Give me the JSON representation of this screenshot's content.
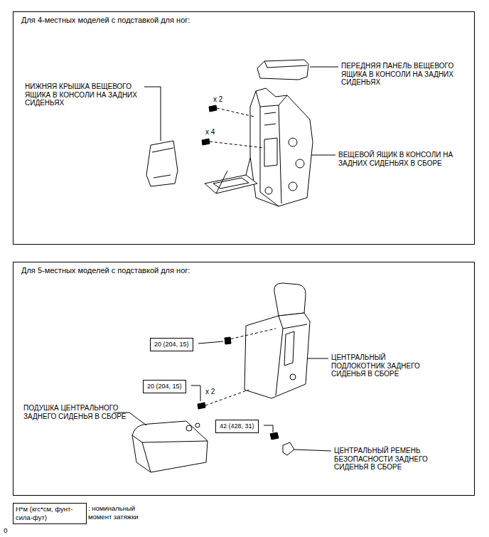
{
  "diagram": {
    "nodes": [
      {
        "text": [
          "Для 4-местных моделей с подставкой для ног:"
        ]
      },
      {
        "text": [
          "Для 5-местных моделей с подставкой для ног:"
        ]
      },
      {
        "text": [
          "20 (204, 15)"
        ],
        "in": 1
      },
      {
        "text": [
          "20 (204, 15)"
        ],
        "in": 1
      },
      {
        "text": [
          "42 (428, 31)"
        ],
        "in": 1
      },
      {
        "text": [
          "Н*м (кгс*см, фунт-сила-фут)"
        ]
      }
    ],
    "labels": [
      "ПЕРЕДНЯЯ ПАНЕЛЬ ВЕЩЕВОГО ЯЩИКА В КОНСОЛИ НА ЗАДНИХ СИДЕНЬЯХ",
      "НИЖНЯЯ КРЫШКА ВЕЩЕВОГО ЯЩИКА В КОНСОЛИ НА ЗАДНИХ СИДЕНЬЯХ",
      "x 2",
      "x 4",
      "ВЕЩЕВОЙ ЯЩИК В КОНСОЛИ НА ЗАДНИХ СИДЕНЬЯХ В СБОРЕ",
      "ЦЕНТРАЛЬНЫЙ ПОДЛОКОТНИК ЗАДНЕГО СИДЕНЬЯ В СБОРЕ",
      "x 2",
      "ПОДУШКА ЦЕНТРАЛЬНОГО ЗАДНЕГО СИДЕНЬЯ В СБОРЕ",
      "ЦЕНТРАЛЬНЫЙ РЕМЕНЬ БЕЗОПАСНОСТИ ЗАДНЕГО СИДЕНЬЯ В СБОРЕ",
      "o"
    ],
    "legend": [
      {
        "text": ": номинальный момент затяжки"
      }
    ]
  }
}
